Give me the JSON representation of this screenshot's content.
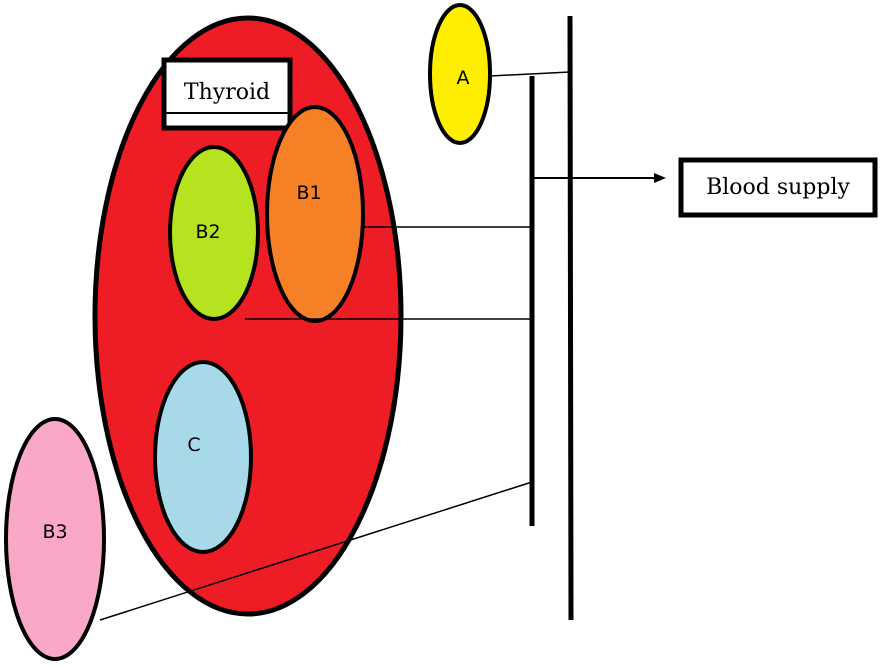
{
  "diagram": {
    "thyroid_label": "Thyroid",
    "blood_supply_label": "Blood supply",
    "nodes": {
      "a": {
        "label": "A",
        "color": "#ffee00"
      },
      "b1": {
        "label": "B1",
        "color": "#f58025"
      },
      "b2": {
        "label": "B2",
        "color": "#b5e31f"
      },
      "b3": {
        "label": "B3",
        "color": "#f9a8c8"
      },
      "c": {
        "label": "C",
        "color": "#a8d9e8"
      }
    },
    "thyroid_color": "#ee1c25"
  }
}
